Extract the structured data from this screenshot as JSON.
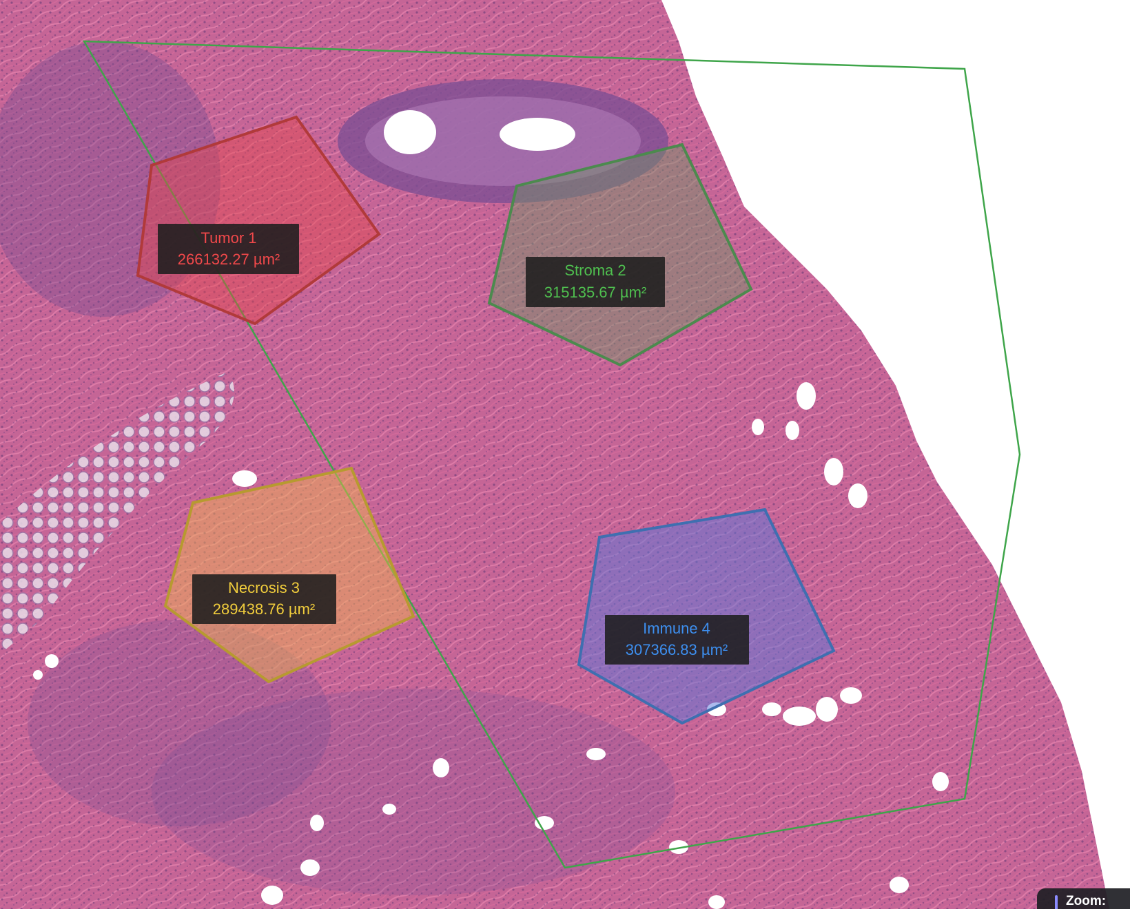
{
  "colors": {
    "tissue_base": "#c0628f",
    "stroma_pink": "#e47ba5",
    "nuclei_purple": "#5d3b82",
    "region_outline": "#3fa54a",
    "tumor": "#e04a4a",
    "stroma": "#4c9a52",
    "necrosis": "#e8c146",
    "immune": "#4f7ee6",
    "label_bg": "#1e1e1e"
  },
  "annotations": [
    {
      "id": "tumor",
      "name": "Tumor 1",
      "area": "266132.27 µm²",
      "color": "#f0484a",
      "fill": "rgba(230,70,70,0.42)",
      "stroke": "#b13a3a"
    },
    {
      "id": "stroma",
      "name": "Stroma 2",
      "area": "315135.67 µm²",
      "color": "#4fbf4f",
      "fill": "rgba(110,150,100,0.45)",
      "stroke": "#4c8a4e"
    },
    {
      "id": "necrosis",
      "name": "Necrosis 3",
      "area": "289438.76 µm²",
      "color": "#f1cd3c",
      "fill": "rgba(240,180,80,0.48)",
      "stroke": "#b79a30"
    },
    {
      "id": "immune",
      "name": "Immune 4",
      "area": "307366.83 µm²",
      "color": "#3d8ff0",
      "fill": "rgba(90,120,220,0.5)",
      "stroke": "#3f6fb0"
    }
  ],
  "overlay": {
    "zoom_label": "Zoom:"
  }
}
